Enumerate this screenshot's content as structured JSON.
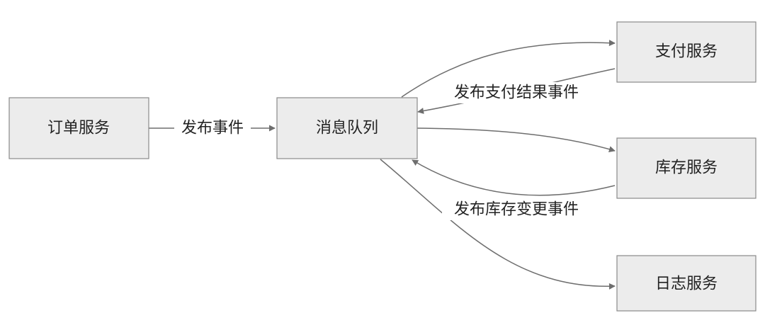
{
  "nodes": {
    "order": "订单服务",
    "mq": "消息队列",
    "payment": "支付服务",
    "inventory": "库存服务",
    "log": "日志服务"
  },
  "edge_labels": {
    "order_to_mq": "发布事件",
    "payment_to_mq": "发布支付结果事件",
    "inventory_to_mq": "发布库存变更事件"
  },
  "colors": {
    "node_fill": "#ececec",
    "node_border": "#8a8a8a",
    "edge": "#6e6e6e",
    "text": "#222222"
  }
}
